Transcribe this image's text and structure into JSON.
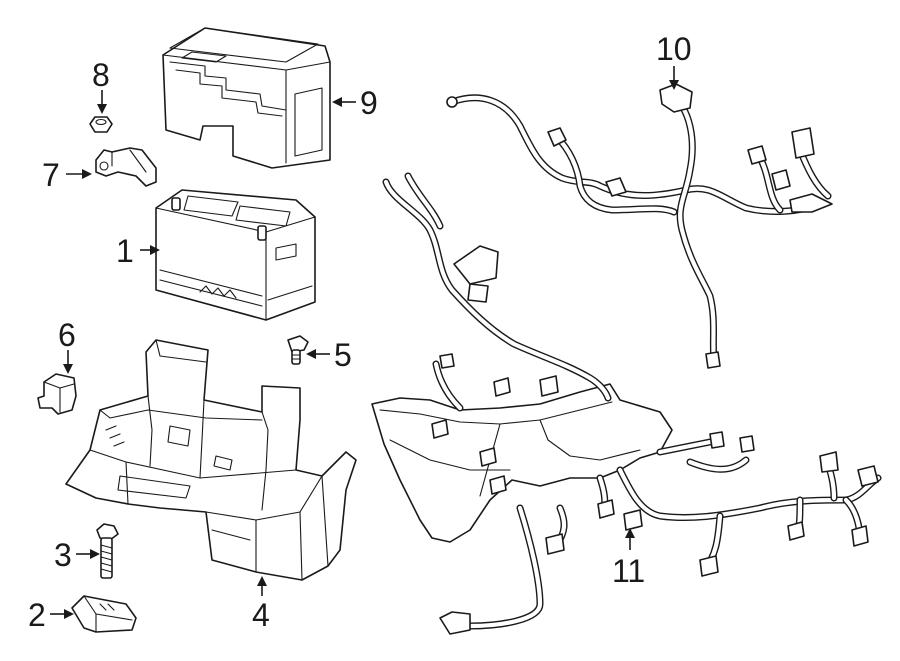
{
  "diagram": {
    "callouts": [
      {
        "id": "c1",
        "label": "1"
      },
      {
        "id": "c2",
        "label": "2"
      },
      {
        "id": "c3",
        "label": "3"
      },
      {
        "id": "c4",
        "label": "4"
      },
      {
        "id": "c5",
        "label": "5"
      },
      {
        "id": "c6",
        "label": "6"
      },
      {
        "id": "c7",
        "label": "7"
      },
      {
        "id": "c8",
        "label": "8"
      },
      {
        "id": "c9",
        "label": "9"
      },
      {
        "id": "c10",
        "label": "10"
      },
      {
        "id": "c11",
        "label": "11"
      }
    ],
    "colors": {
      "line": "#1a1a1a",
      "background": "#ffffff"
    }
  }
}
